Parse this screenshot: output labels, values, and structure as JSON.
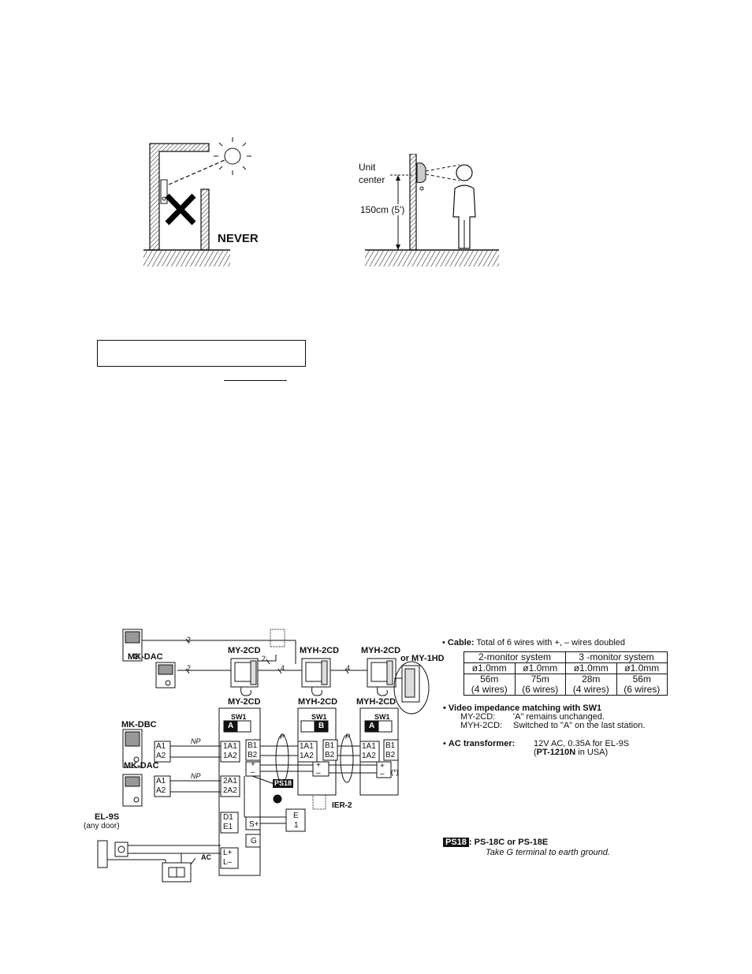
{
  "install": {
    "never_label": "NEVER",
    "unit_label": "Unit",
    "center_label": "center",
    "height_label": "150cm (5')"
  },
  "wiring": {
    "stations": {
      "mk_dac_top": "MK-DAC",
      "my2cd_top": "MY-2CD",
      "myh2cd_top_1": "MYH-2CD",
      "myh2cd_top_2": "MYH-2CD",
      "or_my1hd": "or MY-1HD",
      "my2cd_box": "MY-2CD",
      "myh2cd_box_1": "MYH-2CD",
      "myh2cd_box_2": "MYH-2CD",
      "mk_dbc": "MK-DBC",
      "mk_dac": "MK-DAC",
      "el9s": "EL-9S",
      "any_door": "(any door)",
      "ier2": "IER-2",
      "ac": "AC"
    },
    "sw1": {
      "label": "SW1",
      "box1": "A",
      "box2": "B",
      "box3": "A"
    },
    "terminals": {
      "a1": "A1",
      "a2": "A2",
      "t1a1": "1A1",
      "t1a2": "1A2",
      "t2a1": "2A1",
      "t2a2": "2A2",
      "b1": "B1",
      "b2": "B2",
      "plus": "+",
      "minus": "–",
      "d1": "D1",
      "e1": "E1",
      "splus": "S+",
      "g": "G",
      "lplus": "L+",
      "lminus": "L–",
      "e": "E",
      "one": "1",
      "star": "(*)"
    },
    "wire_marks": {
      "two": "2",
      "four": "4",
      "np": "NP",
      "p": "P"
    },
    "ps18_badge": "PS18",
    "earth_symbol": "⏚"
  },
  "notes": {
    "cable_title": "Cable:",
    "cable_text": "Total of 6 wires with +, – wires doubled",
    "table": {
      "head": [
        "2-monitor system",
        "3 -monitor system"
      ],
      "diam": [
        "ø1.0mm",
        "ø1.0mm",
        "ø1.0mm",
        "ø1.0mm"
      ],
      "len": [
        "56m",
        "75m",
        "28m",
        "56m"
      ],
      "wires": [
        "(4 wires)",
        "(6 wires)",
        "(4 wires)",
        "(6 wires)"
      ]
    },
    "video_title": "Video impedance matching with SW1",
    "video_my2cd_label": "MY-2CD:",
    "video_my2cd_text": "'A\" remains unchanged.",
    "video_myh2cd_label": "MYH-2CD:",
    "video_myh2cd_text": "Switched to \"A\" on the last station.",
    "ac_title": "AC transformer:",
    "ac_text1": "12V AC, 0.35A for EL-9S",
    "ac_text2_pre": "(",
    "ac_text2_bold": "PT-1210N",
    "ac_text2_post": " in USA)",
    "ps18_badge": "PS18",
    "ps18_title": ": PS-18C or PS-18E",
    "ps18_sub": "Take G terminal to earth ground."
  }
}
